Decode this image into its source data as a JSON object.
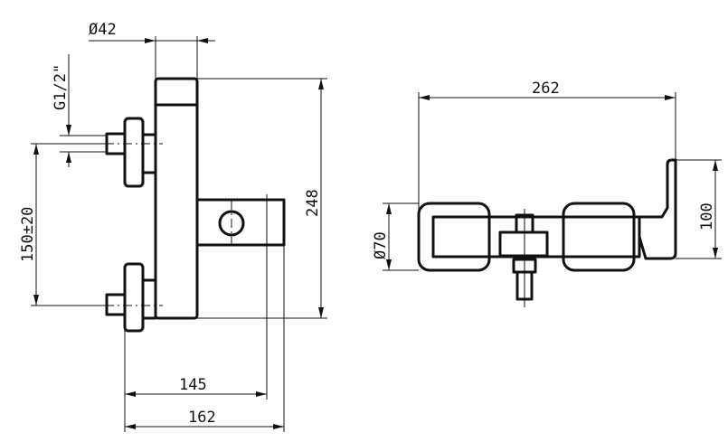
{
  "dimensions": {
    "body_diameter": "Ø42",
    "thread": "G1/2\"",
    "centers": "150±20",
    "height": "248",
    "to_outlet_center": "145",
    "projection": "162",
    "width": "262",
    "knob_diameter": "Ø70",
    "spout_height": "100"
  }
}
